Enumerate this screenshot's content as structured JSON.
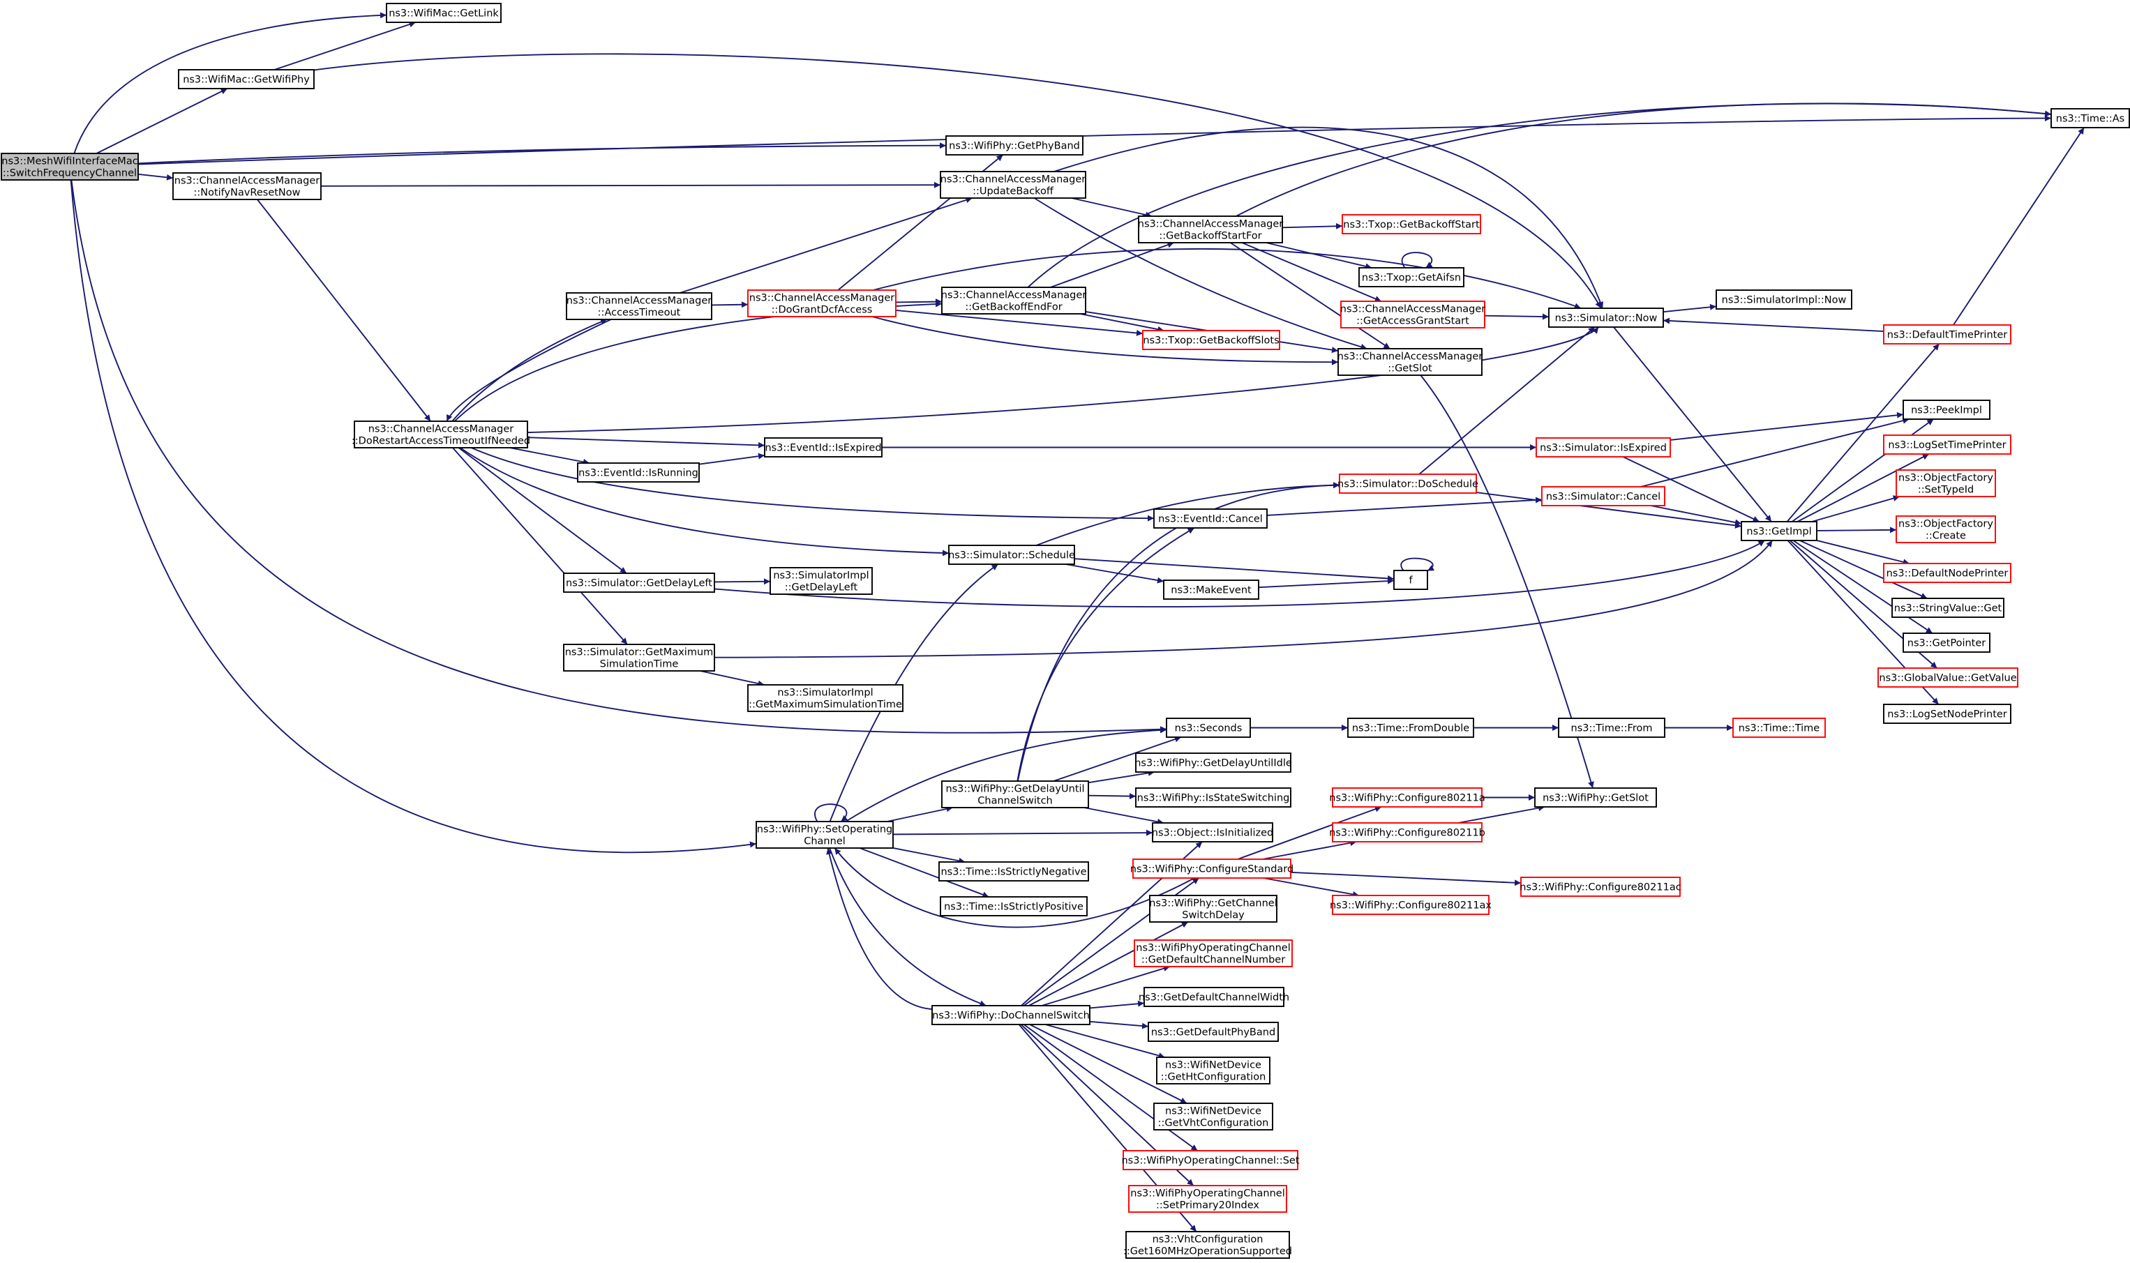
{
  "colors": {
    "edge": "#191970",
    "node_border_normal": "#000000",
    "node_border_undocumented": "#ff0000",
    "root_fill": "#bfbfbf",
    "node_fill": "#ffffff"
  },
  "nodes": [
    {
      "id": "root",
      "lines": [
        "ns3::MeshWifiInterfaceMac",
        "::SwitchFrequencyChannel"
      ],
      "style": "root"
    },
    {
      "id": "getLink",
      "lines": [
        "ns3::WifiMac::GetLink"
      ],
      "style": "normal"
    },
    {
      "id": "getWifiPhy",
      "lines": [
        "ns3::WifiMac::GetWifiPhy"
      ],
      "style": "normal"
    },
    {
      "id": "notifyNav",
      "lines": [
        "ns3::ChannelAccessManager",
        "::NotifyNavResetNow"
      ],
      "style": "normal"
    },
    {
      "id": "doRestart",
      "lines": [
        "ns3::ChannelAccessManager",
        "::DoRestartAccessTimeoutIfNeeded"
      ],
      "style": "normal"
    },
    {
      "id": "accessTimeout",
      "lines": [
        "ns3::ChannelAccessManager",
        "::AccessTimeout"
      ],
      "style": "normal"
    },
    {
      "id": "doGrant",
      "lines": [
        "ns3::ChannelAccessManager",
        "::DoGrantDcfAccess"
      ],
      "style": "red"
    },
    {
      "id": "getPhyBand",
      "lines": [
        "ns3::WifiPhy::GetPhyBand"
      ],
      "style": "normal"
    },
    {
      "id": "updateBackoff",
      "lines": [
        "ns3::ChannelAccessManager",
        "::UpdateBackoff"
      ],
      "style": "normal"
    },
    {
      "id": "getBackoffEnd",
      "lines": [
        "ns3::ChannelAccessManager",
        "::GetBackoffEndFor"
      ],
      "style": "normal"
    },
    {
      "id": "getBackoffStartFor",
      "lines": [
        "ns3::ChannelAccessManager",
        "::GetBackoffStartFor"
      ],
      "style": "normal"
    },
    {
      "id": "txopGetBackoffStart",
      "lines": [
        "ns3::Txop::GetBackoffStart"
      ],
      "style": "red"
    },
    {
      "id": "txopGetAifsn",
      "lines": [
        "ns3::Txop::GetAifsn"
      ],
      "style": "normal"
    },
    {
      "id": "getAccessGrantStart",
      "lines": [
        "ns3::ChannelAccessManager",
        "::GetAccessGrantStart"
      ],
      "style": "red"
    },
    {
      "id": "txopGetBackoffSlots",
      "lines": [
        "ns3::Txop::GetBackoffSlots"
      ],
      "style": "red"
    },
    {
      "id": "camGetSlot",
      "lines": [
        "ns3::ChannelAccessManager",
        "::GetSlot"
      ],
      "style": "normal"
    },
    {
      "id": "simNow",
      "lines": [
        "ns3::Simulator::Now"
      ],
      "style": "normal"
    },
    {
      "id": "simImplNow",
      "lines": [
        "ns3::SimulatorImpl::Now"
      ],
      "style": "normal"
    },
    {
      "id": "timeAs",
      "lines": [
        "ns3::Time::As"
      ],
      "style": "normal"
    },
    {
      "id": "defaultTimePrinter",
      "lines": [
        "ns3::DefaultTimePrinter"
      ],
      "style": "red"
    },
    {
      "id": "eventIsExpired",
      "lines": [
        "ns3::EventId::IsExpired"
      ],
      "style": "normal"
    },
    {
      "id": "eventIsRunning",
      "lines": [
        "ns3::EventId::IsRunning"
      ],
      "style": "normal"
    },
    {
      "id": "simIsExpired",
      "lines": [
        "ns3::Simulator::IsExpired"
      ],
      "style": "red"
    },
    {
      "id": "peekImpl",
      "lines": [
        "ns3::PeekImpl"
      ],
      "style": "normal"
    },
    {
      "id": "logSetTimePrinter",
      "lines": [
        "ns3::LogSetTimePrinter"
      ],
      "style": "red"
    },
    {
      "id": "objFactorySetTypeId",
      "lines": [
        "ns3::ObjectFactory",
        "::SetTypeId"
      ],
      "style": "red"
    },
    {
      "id": "objFactoryCreate",
      "lines": [
        "ns3::ObjectFactory",
        "::Create"
      ],
      "style": "red"
    },
    {
      "id": "defaultNodePrinter",
      "lines": [
        "ns3::DefaultNodePrinter"
      ],
      "style": "red"
    },
    {
      "id": "stringValueGet",
      "lines": [
        "ns3::StringValue::Get"
      ],
      "style": "normal"
    },
    {
      "id": "getPointer",
      "lines": [
        "ns3::GetPointer"
      ],
      "style": "normal"
    },
    {
      "id": "globalValueGet",
      "lines": [
        "ns3::GlobalValue::GetValue"
      ],
      "style": "red"
    },
    {
      "id": "logSetNodePrinter",
      "lines": [
        "ns3::LogSetNodePrinter"
      ],
      "style": "normal"
    },
    {
      "id": "getImpl",
      "lines": [
        "ns3::GetImpl"
      ],
      "style": "normal"
    },
    {
      "id": "simDoSchedule",
      "lines": [
        "ns3::Simulator::DoSchedule"
      ],
      "style": "red"
    },
    {
      "id": "simCancel",
      "lines": [
        "ns3::Simulator::Cancel"
      ],
      "style": "red"
    },
    {
      "id": "eventCancel",
      "lines": [
        "ns3::EventId::Cancel"
      ],
      "style": "normal"
    },
    {
      "id": "simSchedule",
      "lines": [
        "ns3::Simulator::Schedule"
      ],
      "style": "normal"
    },
    {
      "id": "makeEvent",
      "lines": [
        "ns3::MakeEvent"
      ],
      "style": "normal"
    },
    {
      "id": "f",
      "lines": [
        "f"
      ],
      "style": "normal"
    },
    {
      "id": "simGetDelayLeft",
      "lines": [
        "ns3::Simulator::GetDelayLeft"
      ],
      "style": "normal"
    },
    {
      "id": "simImplGetDelayLeft",
      "lines": [
        "ns3::SimulatorImpl",
        "::GetDelayLeft"
      ],
      "style": "normal"
    },
    {
      "id": "simGetMaxSimTime",
      "lines": [
        "ns3::Simulator::GetMaximum",
        "SimulationTime"
      ],
      "style": "normal"
    },
    {
      "id": "simImplGetMaxSimTime",
      "lines": [
        "ns3::SimulatorImpl",
        "::GetMaximumSimulationTime"
      ],
      "style": "normal"
    },
    {
      "id": "seconds",
      "lines": [
        "ns3::Seconds"
      ],
      "style": "normal"
    },
    {
      "id": "timeFromDouble",
      "lines": [
        "ns3::Time::FromDouble"
      ],
      "style": "normal"
    },
    {
      "id": "timeFrom",
      "lines": [
        "ns3::Time::From"
      ],
      "style": "normal"
    },
    {
      "id": "timeTime",
      "lines": [
        "ns3::Time::Time"
      ],
      "style": "red"
    },
    {
      "id": "getDelayUntilChSwitch",
      "lines": [
        "ns3::WifiPhy::GetDelayUntil",
        "ChannelSwitch"
      ],
      "style": "normal"
    },
    {
      "id": "getDelayUntilIdle",
      "lines": [
        "ns3::WifiPhy::GetDelayUntilIdle"
      ],
      "style": "normal"
    },
    {
      "id": "isStateSwitching",
      "lines": [
        "ns3::WifiPhy::IsStateSwitching"
      ],
      "style": "normal"
    },
    {
      "id": "objIsInitialized",
      "lines": [
        "ns3::Object::IsInitialized"
      ],
      "style": "normal"
    },
    {
      "id": "setOperatingChannel",
      "lines": [
        "ns3::WifiPhy::SetOperating",
        "Channel"
      ],
      "style": "normal"
    },
    {
      "id": "timeIsStrictlyNegative",
      "lines": [
        "ns3::Time::IsStrictlyNegative"
      ],
      "style": "normal"
    },
    {
      "id": "timeIsStrictlyPositive",
      "lines": [
        "ns3::Time::IsStrictlyPositive"
      ],
      "style": "normal"
    },
    {
      "id": "configure80211a",
      "lines": [
        "ns3::WifiPhy::Configure80211a"
      ],
      "style": "red"
    },
    {
      "id": "configure80211b",
      "lines": [
        "ns3::WifiPhy::Configure80211b"
      ],
      "style": "red"
    },
    {
      "id": "wifiPhyGetSlot",
      "lines": [
        "ns3::WifiPhy::GetSlot"
      ],
      "style": "normal"
    },
    {
      "id": "configureStandard",
      "lines": [
        "ns3::WifiPhy::ConfigureStandard"
      ],
      "style": "red"
    },
    {
      "id": "configure80211ac",
      "lines": [
        "ns3::WifiPhy::Configure80211ac"
      ],
      "style": "red"
    },
    {
      "id": "configure80211ax",
      "lines": [
        "ns3::WifiPhy::Configure80211ax"
      ],
      "style": "red"
    },
    {
      "id": "getChannelSwitchDelay",
      "lines": [
        "ns3::WifiPhy::GetChannel",
        "SwitchDelay"
      ],
      "style": "normal"
    },
    {
      "id": "getDefaultChannelNumber",
      "lines": [
        "ns3::WifiPhyOperatingChannel",
        "::GetDefaultChannelNumber"
      ],
      "style": "red"
    },
    {
      "id": "getDefaultChannelWidth",
      "lines": [
        "ns3::GetDefaultChannelWidth"
      ],
      "style": "normal"
    },
    {
      "id": "getDefaultPhyBand",
      "lines": [
        "ns3::GetDefaultPhyBand"
      ],
      "style": "normal"
    },
    {
      "id": "getHtConfiguration",
      "lines": [
        "ns3::WifiNetDevice",
        "::GetHtConfiguration"
      ],
      "style": "normal"
    },
    {
      "id": "getVhtConfiguration",
      "lines": [
        "ns3::WifiNetDevice",
        "::GetVhtConfiguration"
      ],
      "style": "normal"
    },
    {
      "id": "wpocSet",
      "lines": [
        "ns3::WifiPhyOperatingChannel::Set"
      ],
      "style": "red"
    },
    {
      "id": "wpocSetPrimary20",
      "lines": [
        "ns3::WifiPhyOperatingChannel",
        "::SetPrimary20Index"
      ],
      "style": "red"
    },
    {
      "id": "vhtGet160",
      "lines": [
        "ns3::VhtConfiguration",
        "::Get160MHzOperationSupported"
      ],
      "style": "normal"
    },
    {
      "id": "doChannelSwitch",
      "lines": [
        "ns3::WifiPhy::DoChannelSwitch"
      ],
      "style": "normal"
    }
  ]
}
